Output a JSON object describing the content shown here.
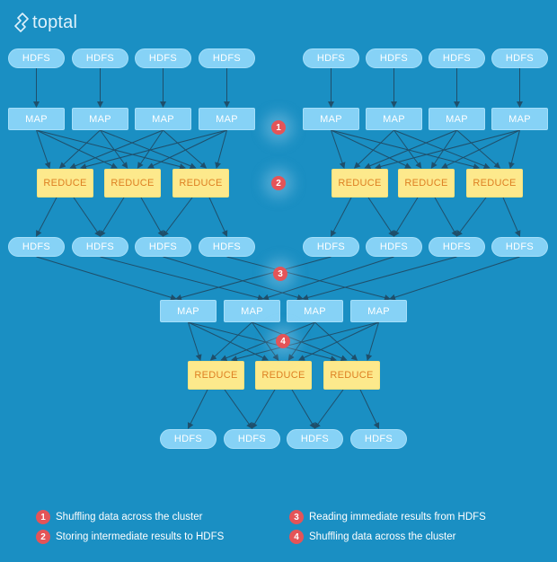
{
  "brand": {
    "name": "toptal"
  },
  "colors": {
    "background": "#1a8fc3",
    "hdfs": "#86d2f6",
    "map": "#86d2f6",
    "reduce": "#fde98c",
    "reduce_text": "#dd7f22",
    "badge": "#e45458",
    "wire": "#1f4f6b"
  },
  "node_labels": {
    "hdfs": "HDFS",
    "map": "MAP",
    "reduce": "REDUCE"
  },
  "badges": [
    "1",
    "2",
    "3",
    "4"
  ],
  "legend": [
    {
      "number": "1",
      "text": "Shuffling data across the cluster"
    },
    {
      "number": "2",
      "text": "Storing intermediate results to HDFS"
    },
    {
      "number": "3",
      "text": "Reading immediate results from HDFS"
    },
    {
      "number": "4",
      "text": "Shuffling data across the cluster"
    }
  ]
}
